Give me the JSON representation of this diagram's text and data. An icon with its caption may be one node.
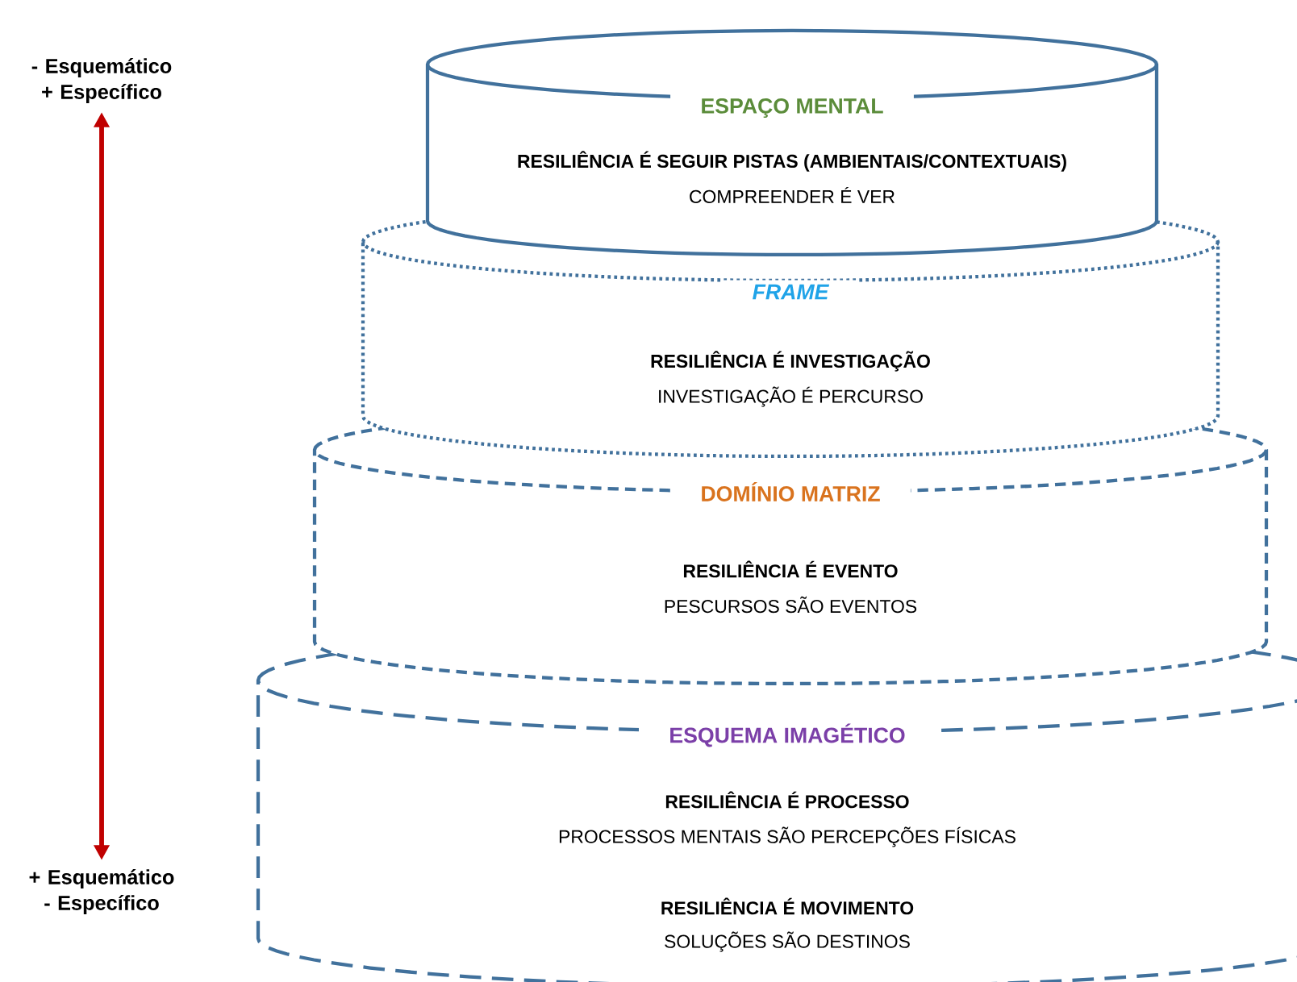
{
  "diagram": {
    "nodes": [
      {
        "text": [
          "- Esquemático + Específico"
        ]
      },
      {
        "text": [
          "+ Esquemático - Específico"
        ]
      },
      {
        "text": [
          "ESPAÇO MENTAL",
          "RESILIÊNCIA É SEGUIR PISTAS (AMBIENTAIS/CONTEXTUAIS)",
          "COMPREENDER É VER"
        ]
      },
      {
        "text": [
          "FRAME",
          "RESILIÊNCIA É INVESTIGAÇÃO",
          "INVESTIGAÇÃO É PERCURSO"
        ]
      },
      {
        "text": [
          "DOMÍNIO MATRIZ",
          "RESILIÊNCIA É EVENTO",
          "PESCURSOS SÃO EVENTOS"
        ]
      },
      {
        "text": [
          "ESQUEMA IMAGÉTICO",
          "RESILIÊNCIA É PROCESSO",
          "PROCESSOS MENTAIS SÃO PERCEPÇÕES FÍSICAS",
          "RESILIÊNCIA É MOVIMENTO",
          "SOLUÇÕES SÃO DESTINOS"
        ]
      }
    ],
    "edges": [
      {
        "from": 0,
        "to": 1,
        "arrow": "both",
        "color": "#c00000"
      }
    ]
  }
}
